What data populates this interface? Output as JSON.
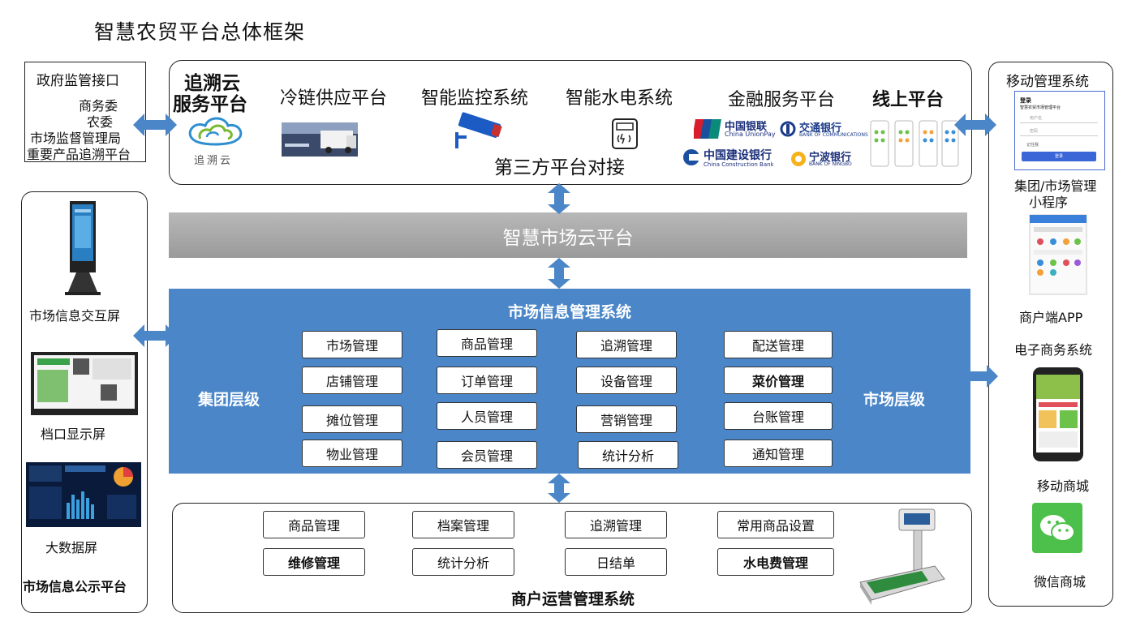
{
  "title": "智慧农贸平台总体框架",
  "gov": {
    "heading": "政府监管接口",
    "items": [
      "商务委",
      "农委",
      "市场监督管理局",
      "重要产品追溯平台"
    ]
  },
  "third_party": {
    "trace_cloud": {
      "line1": "追溯云",
      "line2": "服务平台",
      "logo_text": "追溯云"
    },
    "cold_chain": "冷链供应平台",
    "monitor": "智能监控系统",
    "utility": "智能水电系统",
    "finance": "金融服务平台",
    "online": "线上平台",
    "footer": "第三方平台对接",
    "bank_logos": [
      "中国银联",
      "China UnionPay",
      "交通银行",
      "BANK OF COMMUNICATIONS",
      "中国建设银行",
      "China Construction Bank",
      "宁波银行",
      "BANK OF NINGBO"
    ]
  },
  "cloud_platform": "智慧市场云平台",
  "mis": {
    "title": "市场信息管理系统",
    "left_label": "集团层级",
    "right_label": "市场层级",
    "modules": [
      [
        "市场管理",
        "商品管理",
        "追溯管理",
        "配送管理"
      ],
      [
        "店铺管理",
        "订单管理",
        "设备管理",
        "菜价管理"
      ],
      [
        "摊位管理",
        "人员管理",
        "营销管理",
        "台账管理"
      ],
      [
        "物业管理",
        "会员管理",
        "统计分析",
        "通知管理"
      ]
    ]
  },
  "merchant": {
    "title": "商户运营管理系统",
    "modules": [
      [
        "商品管理",
        "档案管理",
        "追溯管理",
        "常用商品设置"
      ],
      [
        "维修管理",
        "统计分析",
        "日结单",
        "水电费管理"
      ]
    ]
  },
  "public_info": {
    "interactive_screen": "市场信息交互屏",
    "stall_screen": "档口显示屏",
    "bigdata_screen": "大数据屏",
    "footer": "市场信息公示平台"
  },
  "mobile": {
    "heading": "移动管理系统",
    "login_title": "登录",
    "login_sub": "智慧农贸市场管理平台",
    "login_user": "用户名",
    "login_pass": "密码",
    "login_remember": "记住我",
    "login_btn": "登录",
    "mini_program": {
      "line1": "集团/市场管理",
      "line2": "小程序"
    },
    "merchant_app": "商户端APP",
    "ecommerce": "电子商务系统",
    "mobile_mall": "移动商城",
    "wechat_mall": "微信商城"
  },
  "colors": {
    "mis_blue": "#4A86C8",
    "cloud_gray": "#A8A8A8",
    "arrow_blue": "#4A86C8"
  }
}
